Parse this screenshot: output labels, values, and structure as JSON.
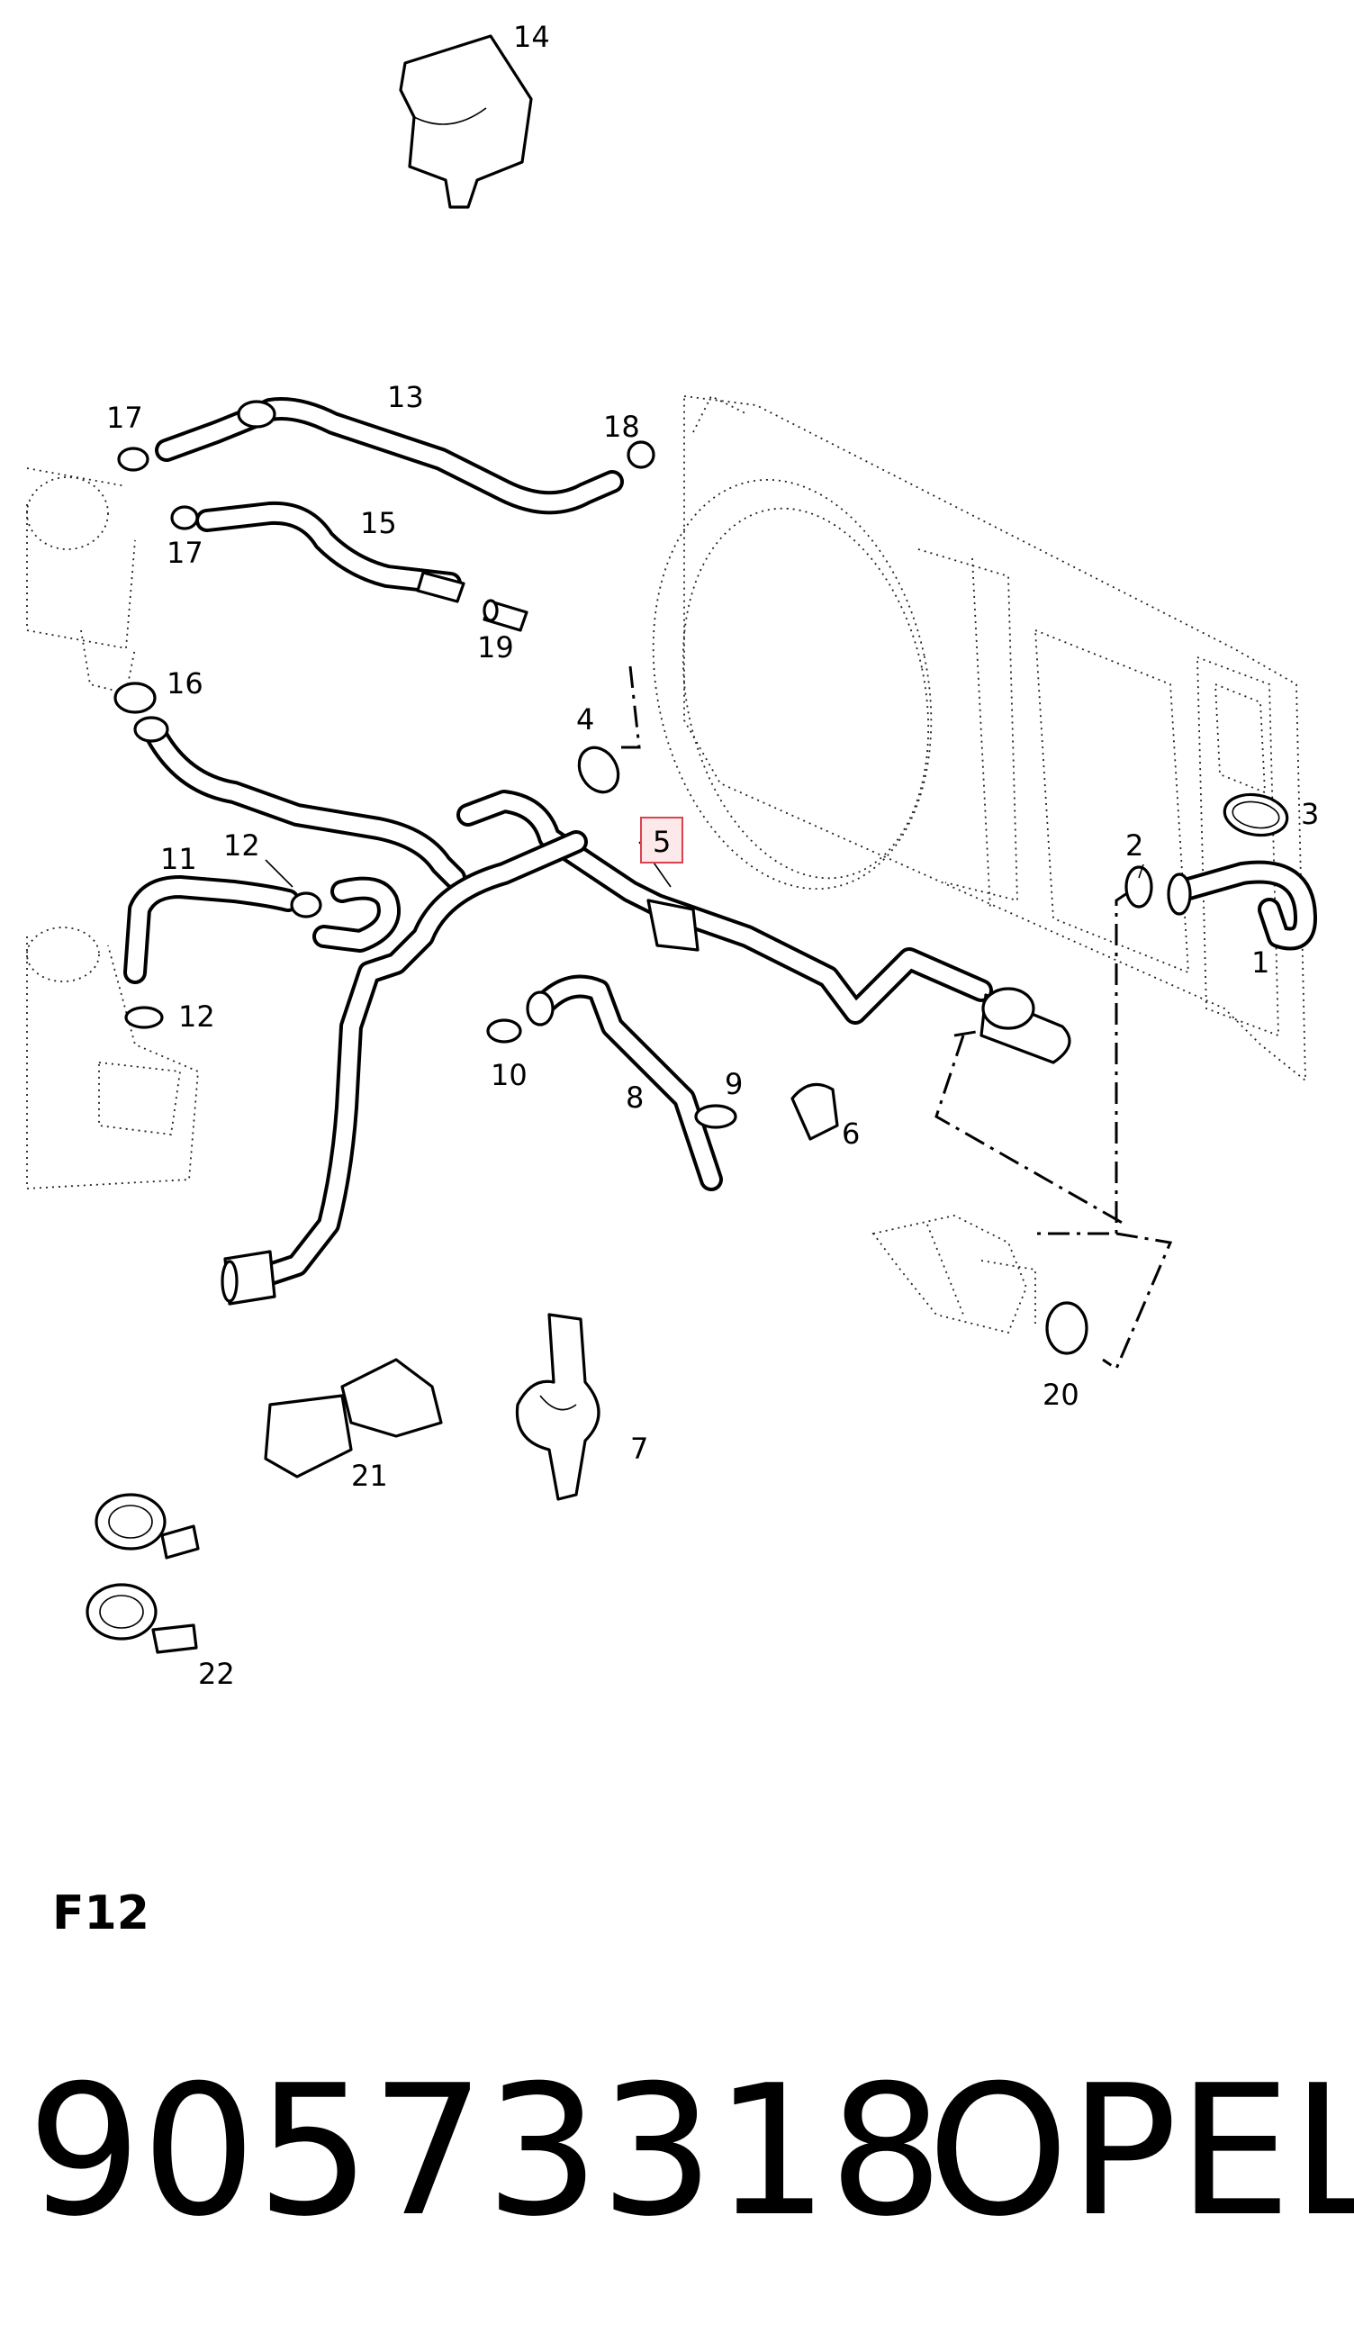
{
  "diagram": {
    "callouts": {
      "c1": "1",
      "c2": "2",
      "c3": "3",
      "c4": "4",
      "c5": "5",
      "c6": "6",
      "c7": "7",
      "c8": "8",
      "c9": "9",
      "c10": "10",
      "c11": "11",
      "c12a": "12",
      "c12b": "12",
      "c13": "13",
      "c14": "14",
      "c15": "15",
      "c16": "16",
      "c17a": "17",
      "c17b": "17",
      "c18": "18",
      "c19": "19",
      "c20": "20",
      "c21": "21",
      "c22": "22"
    },
    "highlighted_callout": "5",
    "highlight_color": "#d9434f"
  },
  "footer": {
    "section_code": "F12",
    "part_number": "90573318",
    "brand": "OPEL"
  }
}
